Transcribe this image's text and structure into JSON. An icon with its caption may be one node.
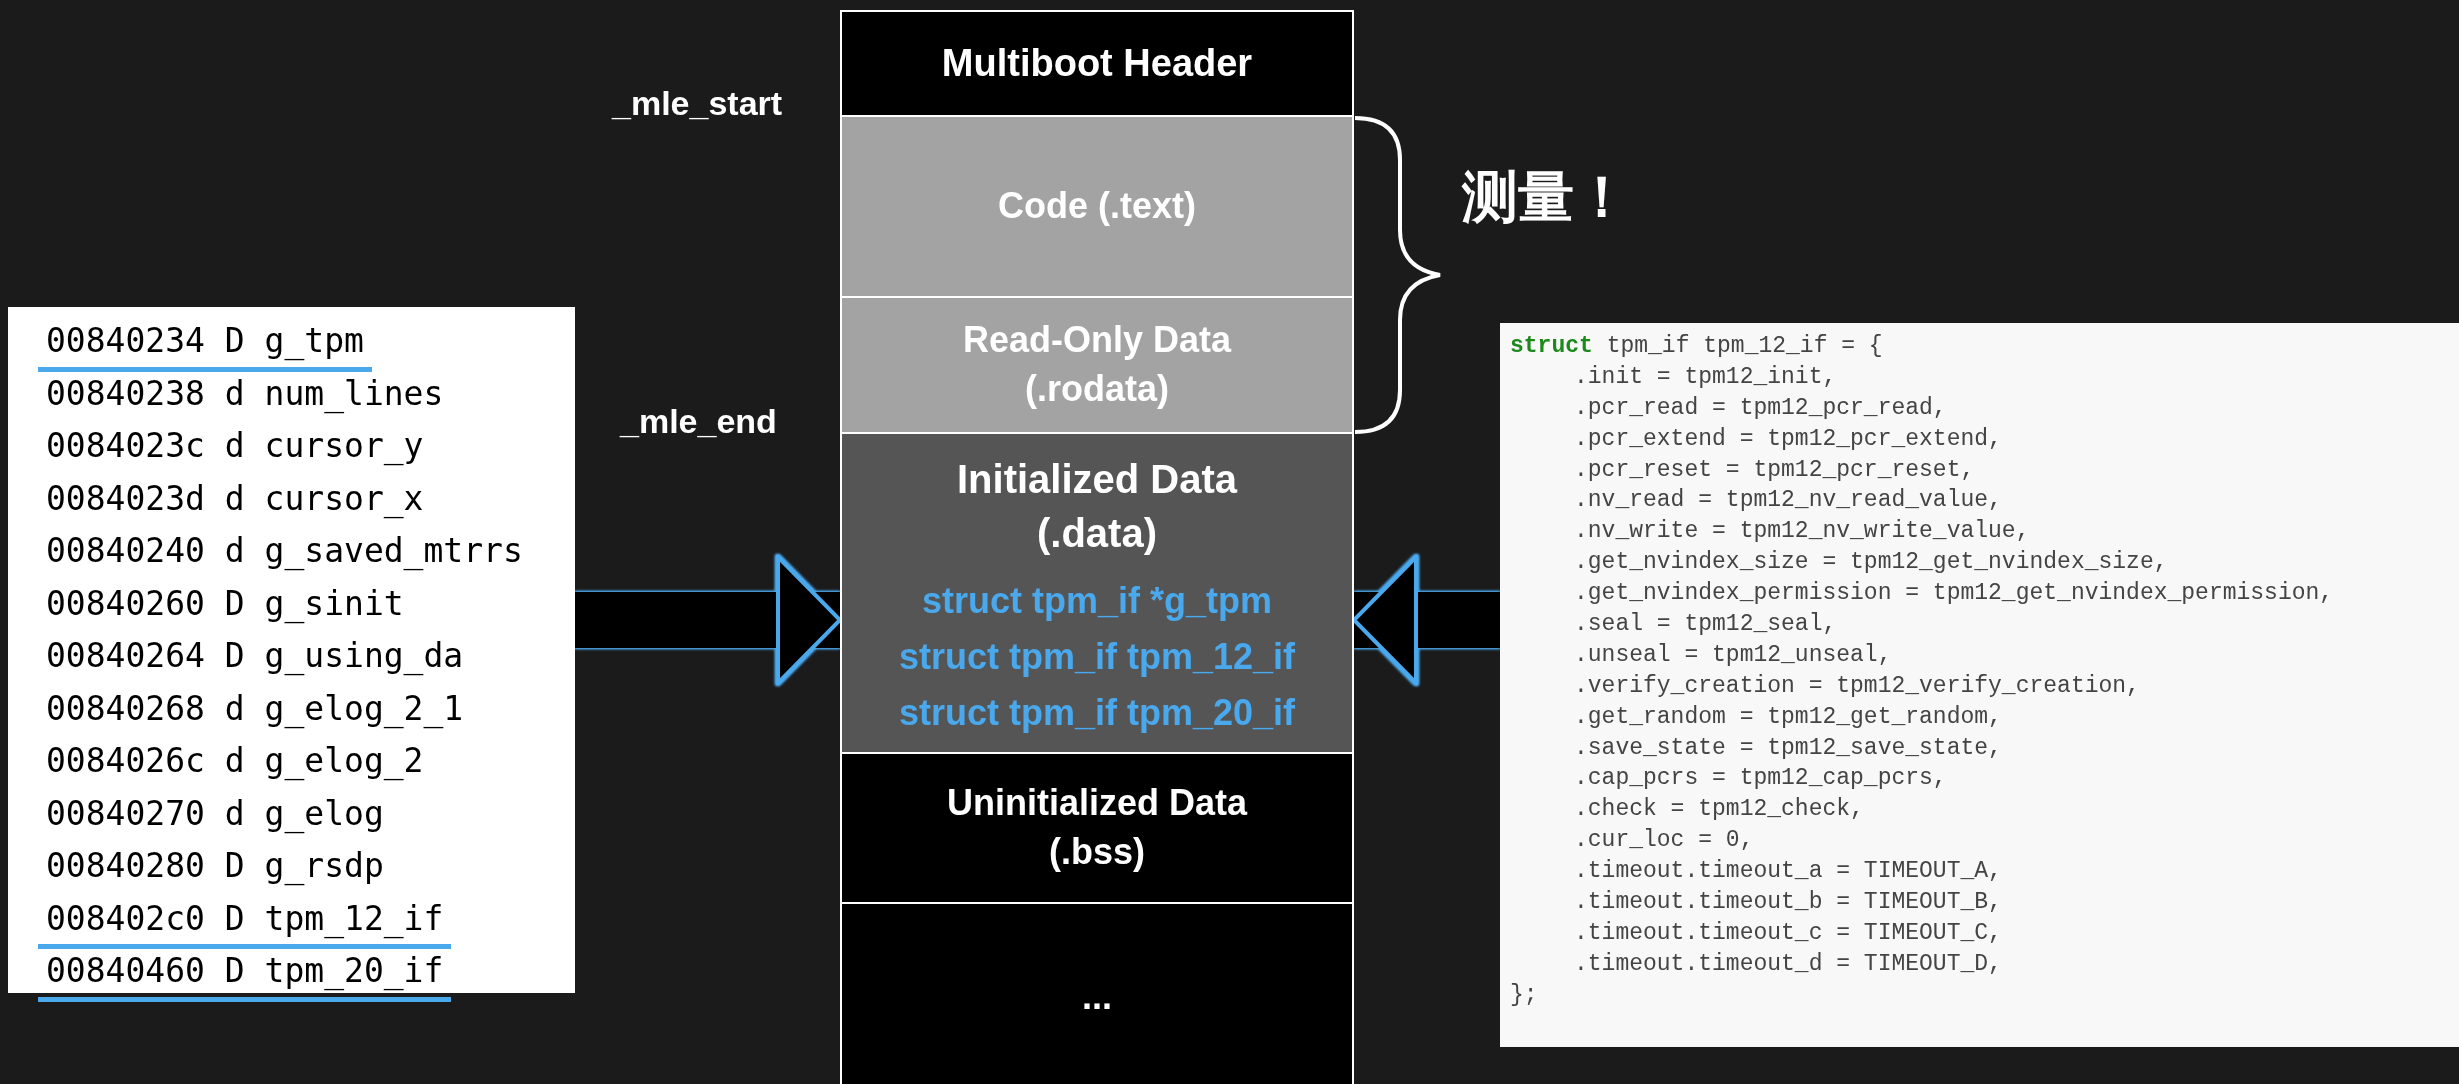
{
  "diagram": {
    "nodes": [
      {
        "text": [
          "Multiboot Header"
        ]
      },
      {
        "text": [
          "Code (.text)"
        ]
      },
      {
        "text": [
          "Read-Only Data (.rodata)"
        ]
      },
      {
        "text": [
          "Initialized Data (.data)",
          "struct tpm_if *g_tpm",
          "struct tpm_if tpm_12_if",
          "struct tpm_if tpm_20_if"
        ]
      },
      {
        "text": [
          "Uninitialized Data (.bss)"
        ]
      },
      {
        "text": [
          "..."
        ]
      },
      {
        "text": [
          "00840234 D g_tpm",
          "00840238 d num_lines",
          "0084023c d cursor_y",
          "0084023d d cursor_x",
          "00840240 d g_saved_mtrrs",
          "00840260 D g_sinit",
          "00840264 D g_using_da",
          "00840268 d g_elog_2_1",
          "0084026c d g_elog_2",
          "00840270 d g_elog",
          "00840280 D g_rsdp",
          "008402c0 D tpm_12_if",
          "00840460 D tpm_20_if"
        ]
      },
      {
        "text": [
          "struct tpm_if tpm_12_if = {",
          ".init = tpm12_init,",
          ".pcr_read = tpm12_pcr_read,",
          ".pcr_extend = tpm12_pcr_extend,",
          ".pcr_reset = tpm12_pcr_reset,",
          ".nv_read = tpm12_nv_read_value,",
          ".nv_write = tpm12_nv_write_value,",
          ".get_nvindex_size = tpm12_get_nvindex_size,",
          ".get_nvindex_permission = tpm12_get_nvindex_permission,",
          ".seal = tpm12_seal,",
          ".unseal = tpm12_unseal,",
          ".verify_creation = tpm12_verify_creation,",
          ".get_random = tpm12_get_random,",
          ".save_state = tpm12_save_state,",
          ".cap_pcrs = tpm12_cap_pcrs,",
          ".check = tpm12_check,",
          ".cur_loc = 0,",
          ".timeout.timeout_a = TIMEOUT_A,",
          ".timeout.timeout_b = TIMEOUT_B,",
          ".timeout.timeout_c = TIMEOUT_C,",
          ".timeout.timeout_d = TIMEOUT_D,",
          "};"
        ]
      }
    ],
    "edges": [
      {
        "from": 6,
        "to": 3,
        "arrow": "to"
      },
      {
        "from": 7,
        "to": 3,
        "arrow": "to"
      }
    ],
    "labels": [
      "_mle_start",
      "_mle_end",
      "测量！"
    ]
  }
}
